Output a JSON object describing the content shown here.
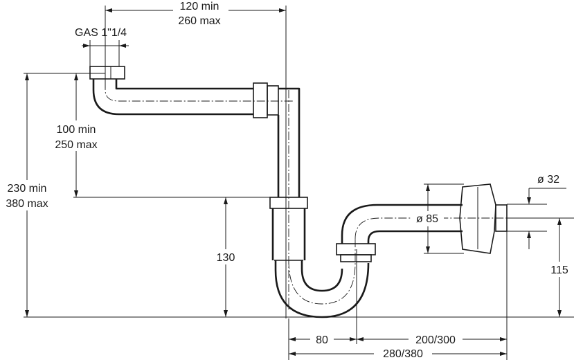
{
  "dimensions": {
    "top_width_min": "120 min",
    "top_width_max": "260 max",
    "gas_thread": "GAS 1\"1/4",
    "inlet_drop_min": "100 min",
    "inlet_drop_max": "250 max",
    "total_height_min": "230 min",
    "total_height_max": "380 max",
    "trap_height": "130",
    "outlet_diameter": "ø 32",
    "rosette_diameter": "ø 85",
    "outlet_height": "115",
    "trap_width": "80",
    "outlet_length": "200/300",
    "overall_length": "280/380"
  }
}
